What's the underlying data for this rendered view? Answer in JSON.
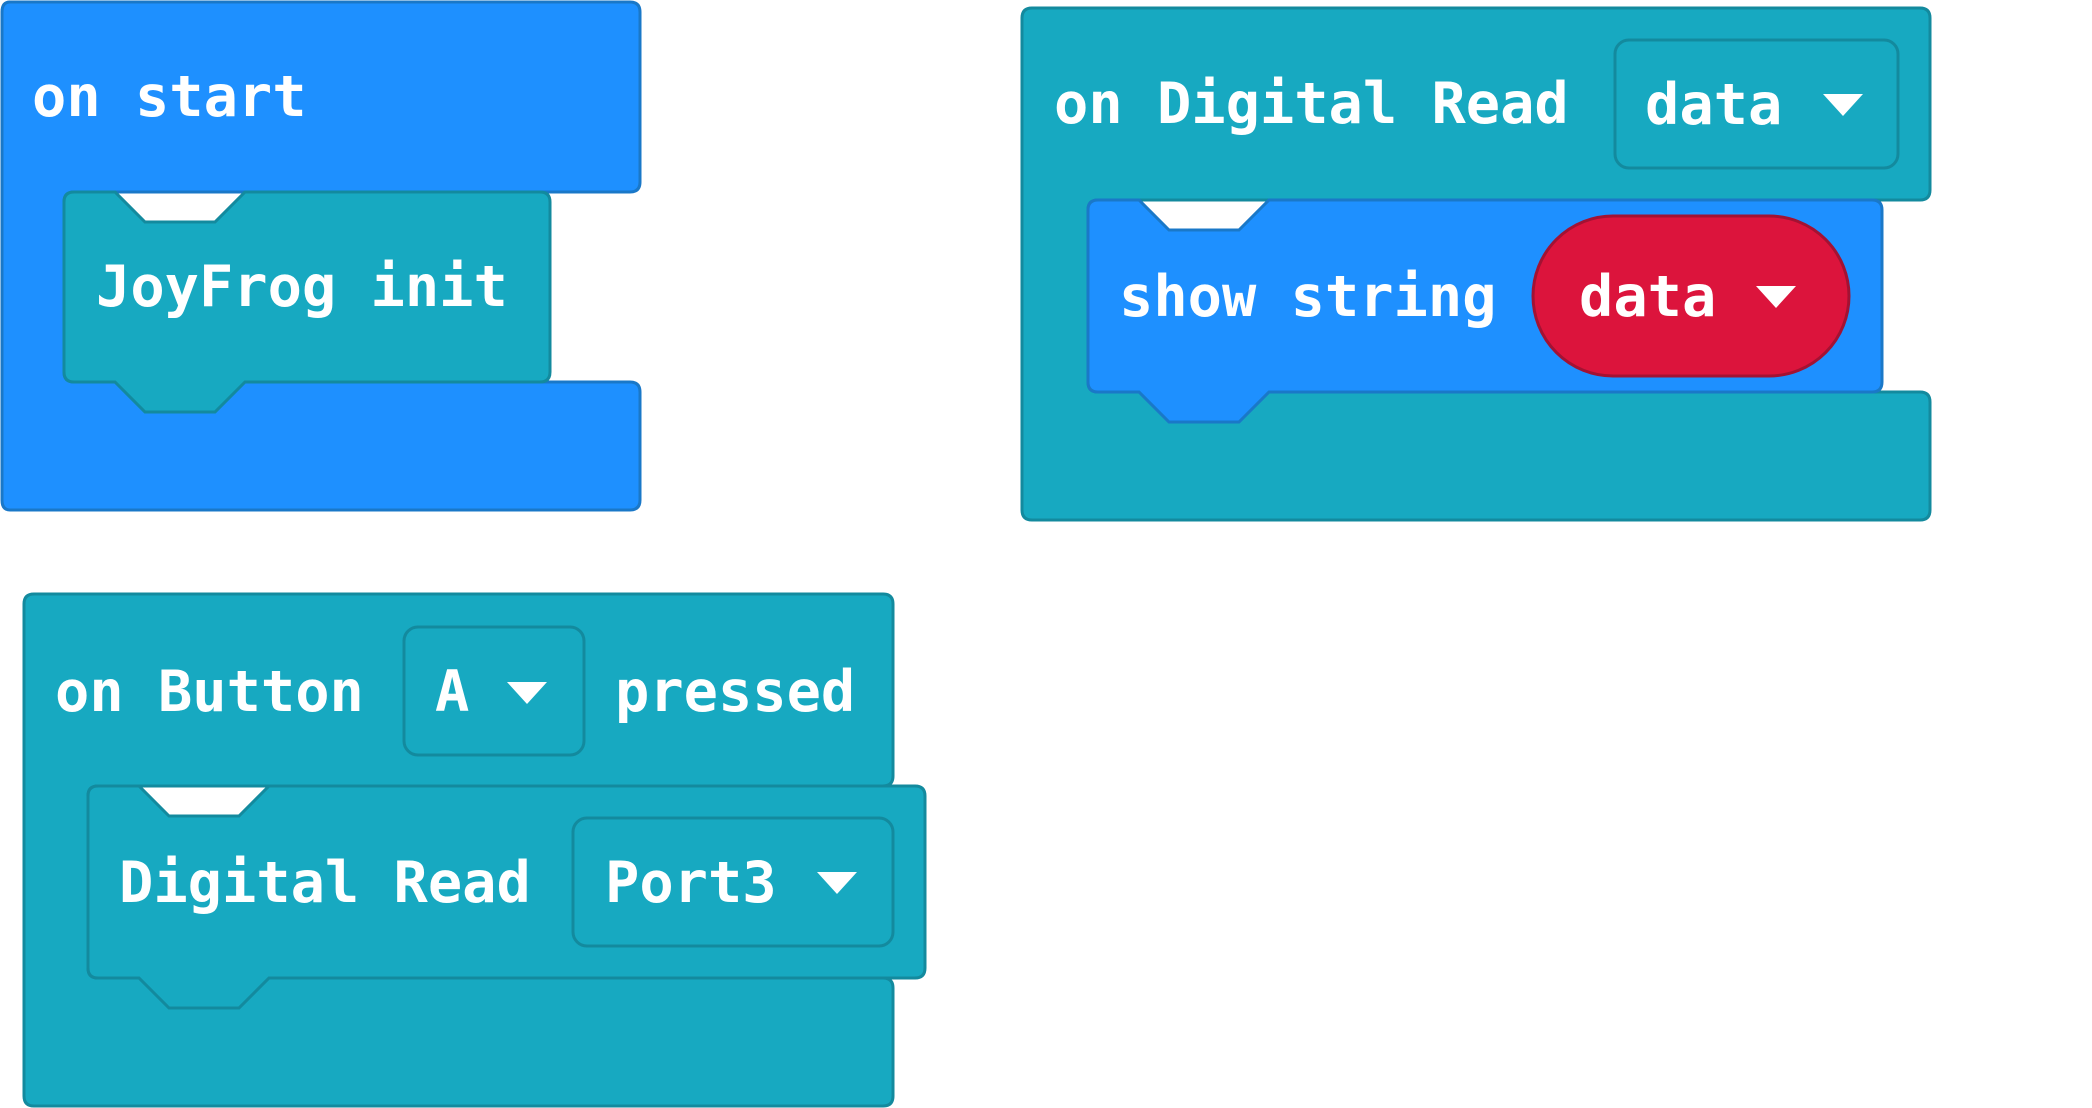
{
  "colors": {
    "basic_blue": "#1E90FF",
    "basic_blue_stroke": "#1A78C8",
    "extension_teal": "#17A9C1",
    "extension_teal_stroke": "#138A9E",
    "variable_red": "#DC143C",
    "variable_red_stroke": "#A31233",
    "text": "#FFFFFF"
  },
  "blocks": {
    "on_start": {
      "label": "on start",
      "inner": {
        "label": "JoyFrog init"
      }
    },
    "on_digital_read": {
      "label": "on Digital Read",
      "dropdown": {
        "value": "data",
        "icon": "chevron-down-icon"
      },
      "inner": {
        "label": "show string",
        "variable": {
          "value": "data",
          "icon": "chevron-down-icon"
        }
      }
    },
    "on_button_pressed": {
      "label_before": "on Button",
      "dropdown": {
        "value": "A",
        "icon": "chevron-down-icon"
      },
      "label_after": "pressed",
      "inner": {
        "label": "Digital Read",
        "dropdown": {
          "value": "Port3",
          "icon": "chevron-down-icon"
        }
      }
    }
  }
}
